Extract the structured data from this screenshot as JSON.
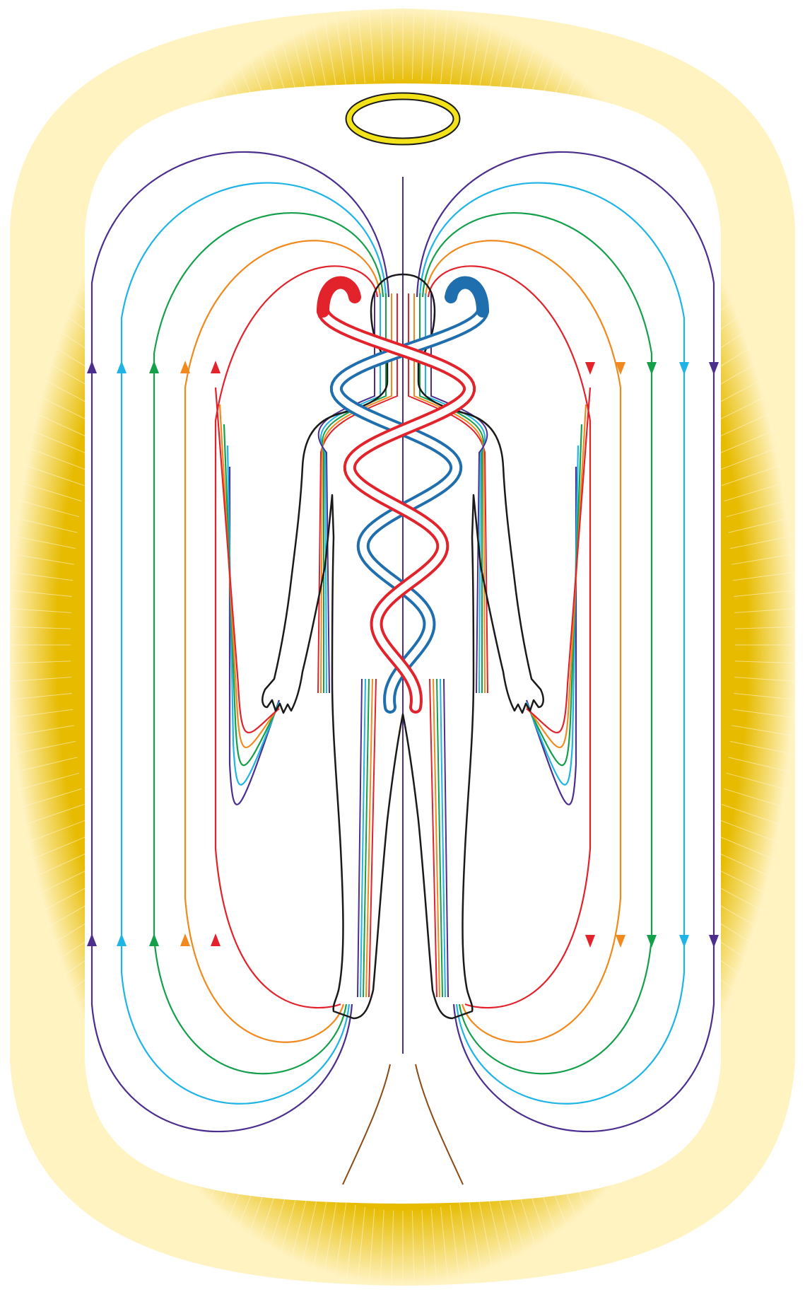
{
  "diagram": {
    "colors": {
      "aura": "#e6bb00",
      "aura_light": "#f5dc6a",
      "halo": "#f2e21a",
      "halo_outline": "#1a1a1a",
      "outline": "#1a1a1a",
      "violet": "#4b2e8e",
      "blue": "#1eb4e6",
      "green": "#14a04a",
      "orange": "#f08a1e",
      "red": "#e2232b",
      "serpent_red": "#e2232b",
      "serpent_blue": "#1f6fae",
      "root": "#8a4b14",
      "midline": "#4b2e8e"
    },
    "field_lines": [
      {
        "name": "violet",
        "color": "violet"
      },
      {
        "name": "blue",
        "color": "blue"
      },
      {
        "name": "green",
        "color": "green"
      },
      {
        "name": "orange",
        "color": "orange"
      },
      {
        "name": "red",
        "color": "red"
      }
    ],
    "elements": [
      "aura",
      "halo",
      "figure-outline",
      "central-channel",
      "caduceus-serpents",
      "root-lines"
    ]
  }
}
